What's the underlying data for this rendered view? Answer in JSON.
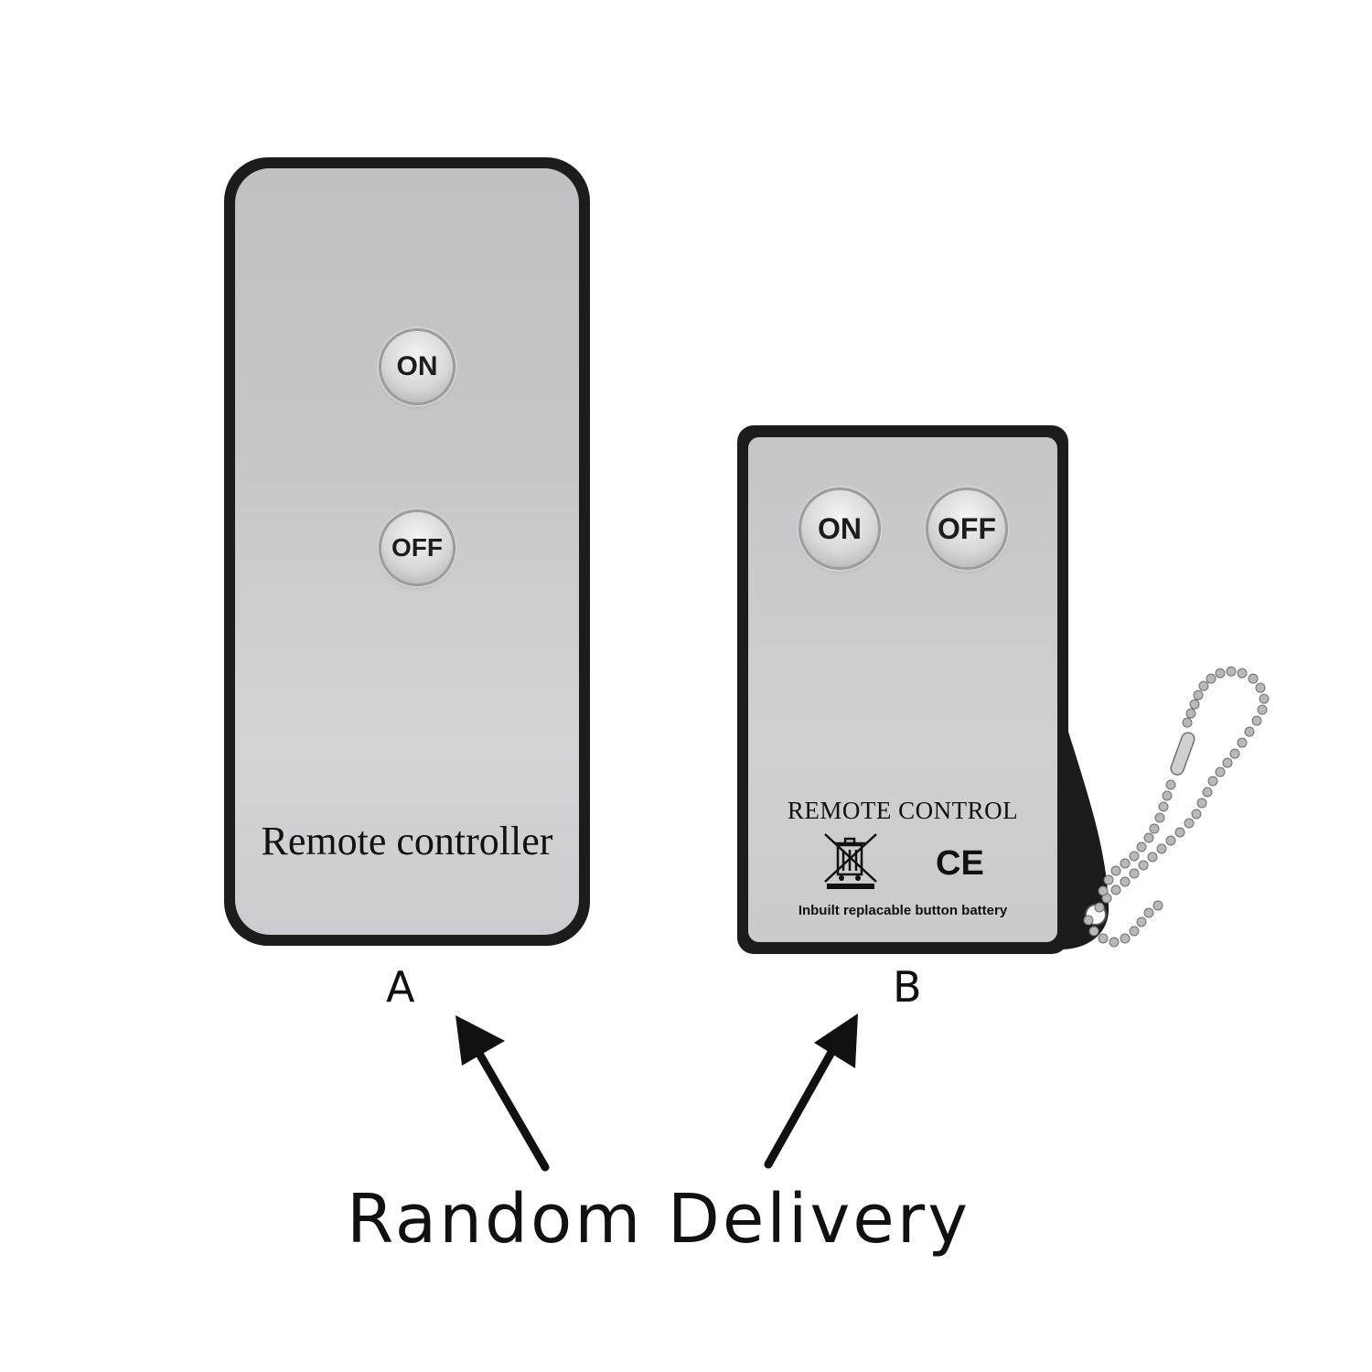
{
  "remote_a": {
    "on_label": "ON",
    "off_label": "OFF",
    "label": "Remote controller",
    "letter": "A"
  },
  "remote_b": {
    "on_label": "ON",
    "off_label": "OFF",
    "label": "REMOTE CONTROL",
    "ce_mark": "CE",
    "battery_note": "Inbuilt replacable button battery",
    "letter": "B"
  },
  "caption": "Random Delivery",
  "colors": {
    "background": "#ffffff",
    "remote_frame": "#1c1c1c",
    "remote_face": "#c6c7c9",
    "text": "#111111"
  },
  "icons": [
    "crossed-bin-icon",
    "ce-mark",
    "arrow-up-left-icon",
    "arrow-up-right-icon",
    "ball-chain-keyring"
  ]
}
